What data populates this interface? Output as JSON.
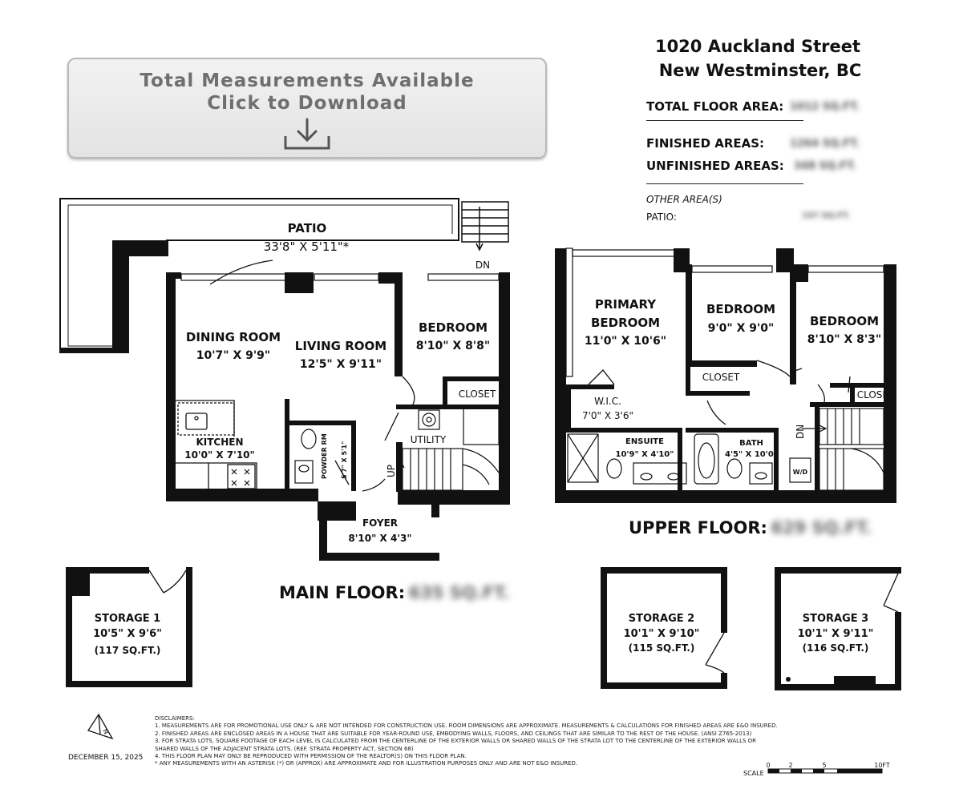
{
  "banner": {
    "line1": "Total Measurements Available",
    "line2": "Click to Download",
    "icon": "download-icon"
  },
  "header": {
    "address_line1": "1020 Auckland Street",
    "address_line2": "New Westminster, BC",
    "total_floor_area_label": "TOTAL FLOOR AREA:",
    "total_floor_area_value": "1012 SQ.FT.",
    "finished_areas_label": "FINISHED AREAS:",
    "finished_areas_value": "1264 SQ.FT.",
    "unfinished_areas_label": "UNFINISHED AREAS:",
    "unfinished_areas_value": "348 SQ.FT.",
    "other_areas_label": "OTHER AREA(S)",
    "patio_label": "PATIO:",
    "patio_value": "197 SQ.FT."
  },
  "main_floor": {
    "label": "MAIN FLOOR:",
    "area": "635 SQ.FT.",
    "rooms": {
      "patio_name": "PATIO",
      "patio_dim": "33'8\" X 5'11\"*",
      "dn": "DN",
      "dining_name": "DINING ROOM",
      "dining_dim": "10'7\" X 9'9\"",
      "living_name": "LIVING ROOM",
      "living_dim": "12'5\" X 9'11\"",
      "bedroom_name": "BEDROOM",
      "bedroom_dim": "8'10\" X 8'8\"",
      "closet": "CLOSET",
      "utility": "UTILITY",
      "kitchen_name": "KITCHEN",
      "kitchen_dim": "10'0\" X 7'10\"",
      "powder_name": "POWDER RM",
      "powder_dim": "5'7\" X 5'1\"",
      "up": "UP",
      "foyer_name": "FOYER",
      "foyer_dim": "8'10\" X 4'3\""
    }
  },
  "upper_floor": {
    "label": "UPPER FLOOR:",
    "area": "629 SQ.FT.",
    "rooms": {
      "primary_name1": "PRIMARY",
      "primary_name2": "BEDROOM",
      "primary_dim": "11'0\" X 10'6\"",
      "bed2_name": "BEDROOM",
      "bed2_dim": "9'0\" X 9'0\"",
      "closet2": "CLOSET",
      "bed3_name": "BEDROOM",
      "bed3_dim": "8'10\" X 8'3\"",
      "closet3": "CLOSET",
      "wic_name": "W.I.C.",
      "wic_dim": "7'0\" X 3'6\"",
      "ensuite_name": "ENSUITE",
      "ensuite_dim": "10'9\" X 4'10\"",
      "bath_name": "BATH",
      "bath_dim": "4'5\" X 10'0\"",
      "dn": "DN",
      "wd": "W/D"
    }
  },
  "storage": [
    {
      "name": "STORAGE 1",
      "dim": "10'5\" X 9'6\"",
      "area": "(117 SQ.FT.)"
    },
    {
      "name": "STORAGE 2",
      "dim": "10'1\" X 9'10\"",
      "area": "(115 SQ.FT.)"
    },
    {
      "name": "STORAGE 3",
      "dim": "10'1\" X 9'11\"",
      "area": "(116 SQ.FT.)"
    }
  ],
  "footer": {
    "north": "N",
    "date": "DECEMBER 15, 2025",
    "disclaimer_title": "DISCLAIMERS:",
    "disclaimers": [
      "1. MEASUREMENTS ARE FOR PROMOTIONAL USE ONLY & ARE NOT INTENDED FOR CONSTRUCTION USE. ROOM DIMENSIONS ARE APPROXIMATE. MEASUREMENTS & CALCULATIONS FOR FINISHED AREAS ARE E&O INSURED.",
      "2. FINISHED AREAS ARE ENCLOSED AREAS IN A HOUSE THAT ARE SUITABLE FOR YEAR-ROUND USE, EMBODYING WALLS, FLOORS, AND CEILINGS THAT ARE SIMILAR TO THE REST OF THE HOUSE. (ANSI Z765-2013)",
      "3. FOR STRATA LOTS, SQUARE FOOTAGE OF EACH LEVEL IS CALCULATED FROM THE CENTERLINE OF THE EXTERIOR WALLS OR SHARED WALLS OF THE STRATA LOT TO THE CENTERLINE OF THE EXTERIOR WALLS OR",
      "SHARED WALLS OF THE ADJACENT STRATA LOTS. (REF. STRATA PROPERTY ACT, SECTION 68)",
      "4. THIS FLOOR PLAN MAY ONLY BE REPRODUCED WITH PERMISSION OF THE REALTOR(S) ON THIS FLOOR PLAN.",
      "* ANY MEASUREMENTS WITH AN ASTERISK (*) OR (APPROX) ARE APPROXIMATE AND FOR ILLUSTRATION PURPOSES ONLY AND ARE NOT E&O INSURED."
    ],
    "scale_label": "SCALE",
    "scale_ticks": [
      "0",
      "2",
      "5",
      "10FT"
    ]
  }
}
